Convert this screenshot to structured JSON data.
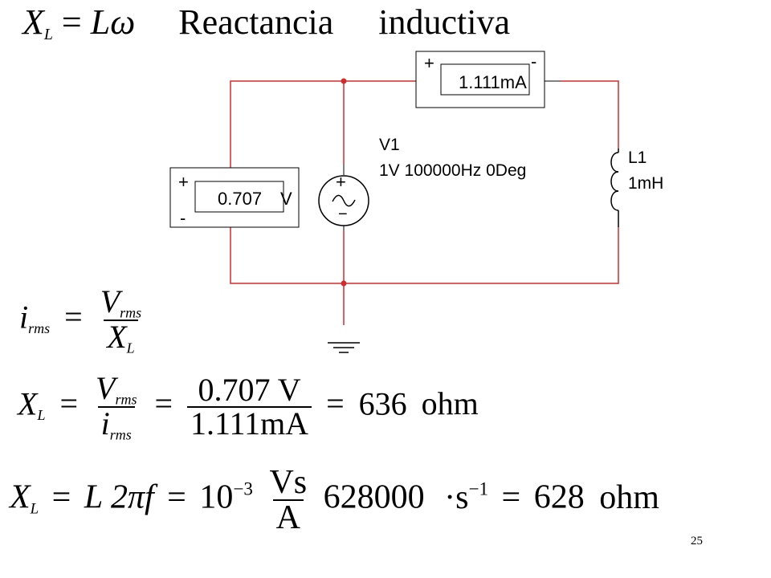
{
  "colors": {
    "wire": "#d42c2c",
    "node": "#d42c2c",
    "component": "#000000",
    "text": "#000000"
  },
  "title": {
    "symbol": "X",
    "symbol_sub": "L",
    "equals": "=",
    "expr_L": "L",
    "expr_omega": "ω",
    "word1": "Reactancia",
    "word2": "inductiva"
  },
  "circuit": {
    "ammeter": {
      "plus": "+",
      "minus": "-",
      "value": "1.111m",
      "unit": "A"
    },
    "voltmeter": {
      "plus": "+",
      "minus": "-",
      "value": "0.707",
      "unit": "V"
    },
    "source": {
      "name": "V1",
      "spec": "1V 100000Hz 0Deg",
      "plus": "+",
      "minus": "−",
      "symbol": "~",
      "icon": "ac-voltage-source-icon"
    },
    "inductor": {
      "name": "L1",
      "value": "1mH",
      "icon": "inductor-coil-icon"
    },
    "ground": {
      "icon": "ground-icon"
    }
  },
  "equations": {
    "irms": {
      "lhs": "i",
      "lhs_sub": "rms",
      "eq": "=",
      "num": "V",
      "num_sub": "rms",
      "den": "X",
      "den_sub": "L"
    },
    "xl_measured": {
      "lhs": "X",
      "lhs_sub": "L",
      "eq1": "=",
      "num": "V",
      "num_sub": "rms",
      "den": "i",
      "den_sub": "rms",
      "eq2": "=",
      "num2": "0.707 V",
      "den2": "1.111mA",
      "eq3": "=",
      "result": "636",
      "unit": "ohm"
    },
    "xl_computed": {
      "lhs": "X",
      "lhs_sub": "L",
      "eq1": "=",
      "expr": "L 2πf",
      "eq2": "=",
      "base": "10",
      "exp": "−3",
      "frac_num": "Vs",
      "frac_den": "A",
      "factor": "628000",
      "dot": "·s",
      "dot_exp": "−1",
      "eq3": "=",
      "result": "628",
      "unit": "ohm"
    }
  },
  "page_number": "25"
}
